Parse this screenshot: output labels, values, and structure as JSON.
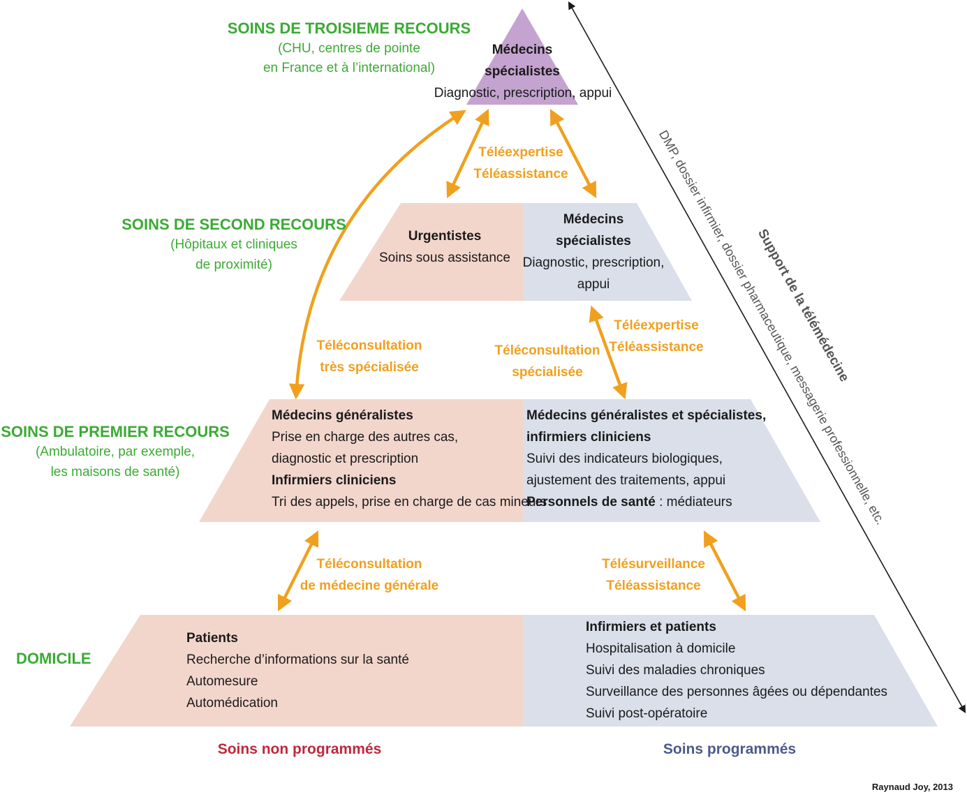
{
  "colors": {
    "green": "#3BAA35",
    "orange": "#F0A01E",
    "purple": "#C4A3D0",
    "pink": "#F2D6CC",
    "blue_grey": "#DADFEA",
    "red": "#C0273A",
    "navy": "#4A5A8C",
    "arrow_black": "#1a1a1a"
  },
  "levels": {
    "third": {
      "title": "SOINS DE TROISIEME RECOURS",
      "sub1": "(CHU, centres de pointe",
      "sub2": "en France et à l’international)"
    },
    "second": {
      "title": "SOINS DE SECOND RECOURS",
      "sub1": "(Hôpitaux et cliniques",
      "sub2": "de proximité)"
    },
    "first": {
      "title": "SOINS DE PREMIER RECOURS",
      "sub1": "(Ambulatoire, par exemple,",
      "sub2": "les maisons de santé)"
    },
    "home": {
      "title": "DOMICILE"
    }
  },
  "apex": {
    "title1": "Médecins",
    "title2": "spécialistes",
    "text": "Diagnostic, prescription, appui"
  },
  "second_left": {
    "title": "Urgentistes",
    "text": "Soins sous assistance"
  },
  "second_right": {
    "title1": "Médecins",
    "title2": "spécialistes",
    "text1": "Diagnostic, prescription,",
    "text2": "appui"
  },
  "first_left": {
    "title1": "Médecins généralistes",
    "line1": "Prise en charge des autres cas,",
    "line2": "diagnostic et prescription",
    "title2": "Infirmiers cliniciens",
    "line3": "Tri des appels, prise en charge de cas mineurs"
  },
  "first_right": {
    "title1": "Médecins généralistes et spécialistes,",
    "title2": "infirmiers cliniciens",
    "line1": "Suivi des indicateurs biologiques,",
    "line2": "ajustement des traitements, appui",
    "title3": "Personnels de santé",
    "line3": " : médiateurs"
  },
  "home_left": {
    "title": "Patients",
    "items": [
      "Recherche d’informations sur la santé",
      "Automesure",
      "Automédication"
    ]
  },
  "home_right": {
    "title": "Infirmiers et patients",
    "items": [
      "Hospitalisation à domicile",
      "Suivi des maladies chroniques",
      "Surveillance des personnes âgées ou dépendantes",
      "Suivi post-opératoire"
    ]
  },
  "arrow_labels": {
    "top": [
      "Téléexpertise",
      "Téléassistance"
    ],
    "mid_left": [
      "Téléconsultation",
      "très spécialisée"
    ],
    "mid_center": [
      "Téléconsultation",
      "spécialisée"
    ],
    "mid_right": [
      "Téléexpertise",
      "Téléassistance"
    ],
    "low_left": [
      "Téléconsultation",
      "de médecine générale"
    ],
    "low_right": [
      "Télésurveillance",
      "Téléassistance"
    ]
  },
  "telemedicine": {
    "title": "Support de la télémédecine",
    "detail": "DMP, dossier infirmier, dossier pharmaceutique, messagerie professionnelle, etc."
  },
  "footer": {
    "left": "Soins non programmés",
    "right": "Soins programmés",
    "credit": "Raynaud Joy, 2013"
  }
}
